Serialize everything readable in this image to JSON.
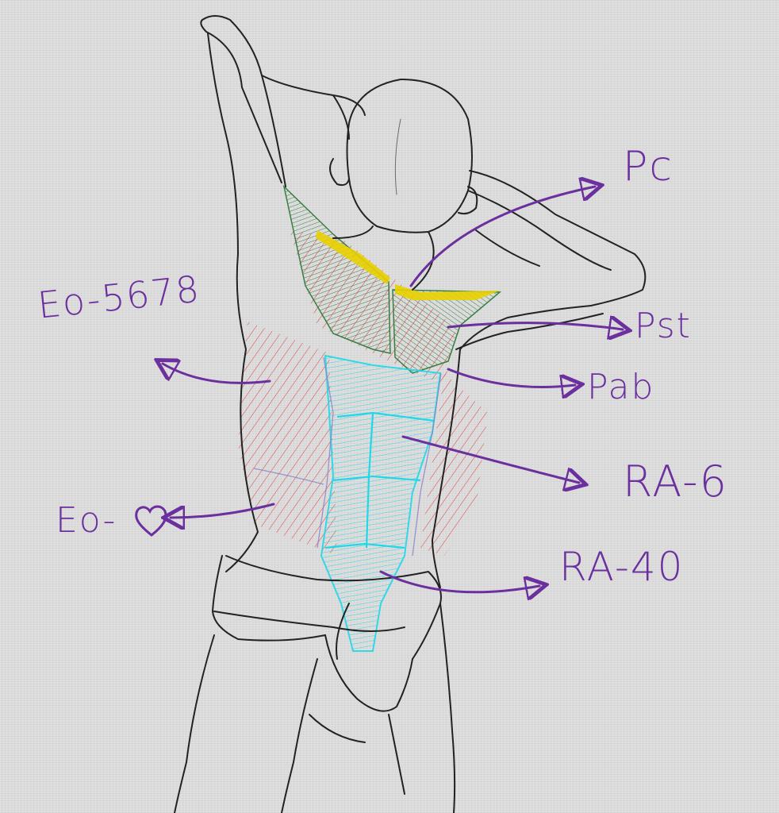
{
  "labels": {
    "pc": "Pc",
    "pst": "Pst",
    "pab": "Pab",
    "ra6": "RA-6",
    "ra40": "RA-40",
    "eo5678": "Eo-5678",
    "eoheart": "Eo-"
  },
  "colors": {
    "annotation": "#6b2f9e",
    "outline": "#222222",
    "pectoralis_clavicular": "#e8d000",
    "pectoralis_sternal": "#2f7a3c",
    "pectoralis_abdominal": "#d83a3a",
    "rectus_abdominis": "#20d8e8",
    "external_oblique": "#e03030",
    "sheath": "#8a7fc8"
  },
  "icons": [
    "heart-icon",
    "arrow-icon"
  ]
}
